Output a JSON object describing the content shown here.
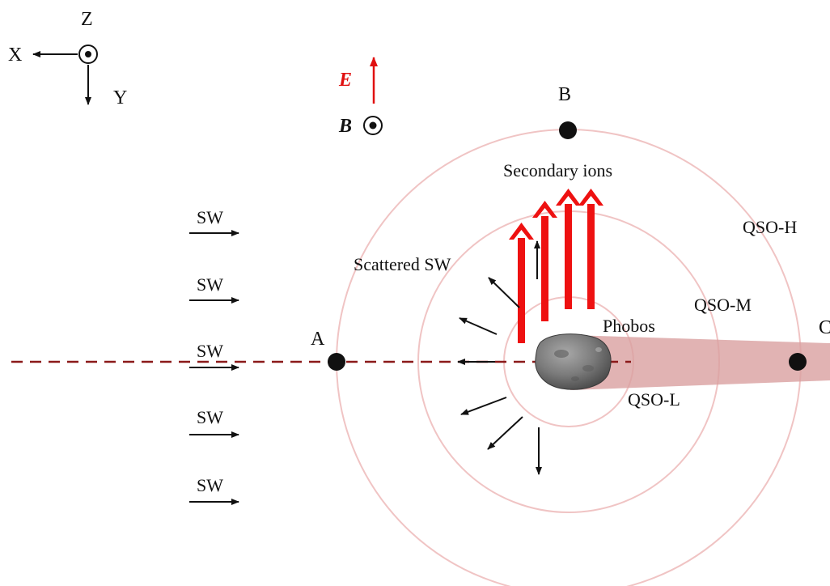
{
  "axes": {
    "z_label": "Z",
    "x_label": "X",
    "y_label": "Y"
  },
  "fields": {
    "e_label": "E",
    "b_label": "B"
  },
  "points": {
    "a": "A",
    "b": "B",
    "c": "C"
  },
  "orbits": {
    "low": "QSO-L",
    "mid": "QSO-M",
    "high": "QSO-H"
  },
  "body_label": "Phobos",
  "secondary_ions_label": "Secondary ions",
  "scattered_sw_label": "Scattered SW",
  "solar_wind_labels": [
    "SW",
    "SW",
    "SW",
    "SW",
    "SW"
  ],
  "colors": {
    "orbit": "#f0c4c4",
    "dashed_line": "#8b1a1a",
    "wake": "#d9a0a0",
    "ions": "#ee1111",
    "e_field": "#e01010",
    "ink": "#111111"
  },
  "icons": {
    "z_axis": "out-of-plane-dot-icon",
    "b_field": "out-of-plane-dot-icon",
    "phobos": "phobos-rock-icon"
  }
}
